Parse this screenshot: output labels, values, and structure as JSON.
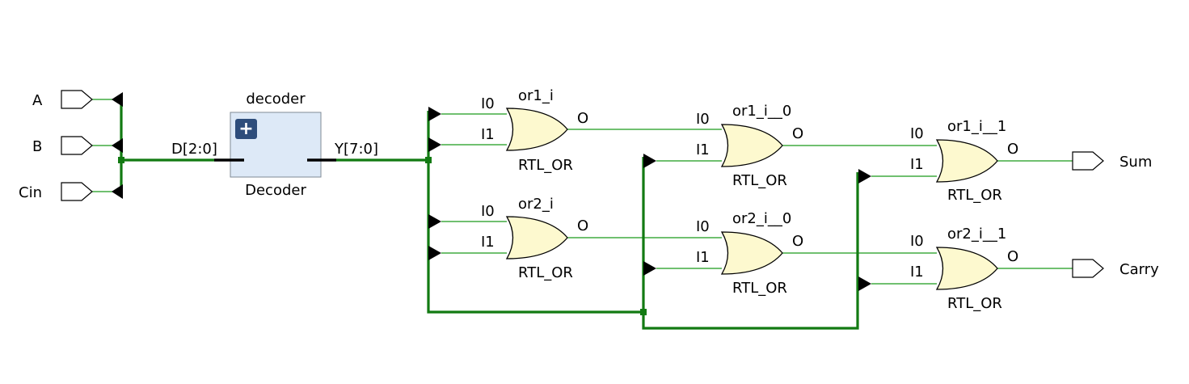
{
  "inputs": {
    "a": "A",
    "b": "B",
    "cin": "Cin"
  },
  "outputs": {
    "sum": "Sum",
    "carry": "Carry"
  },
  "decoder": {
    "instance": "decoder",
    "module": "Decoder",
    "in_pin": "D[2:0]",
    "out_pin": "Y[7:0]",
    "expand_symbol": "+"
  },
  "gates": [
    {
      "instance": "or1_i",
      "type": "RTL_OR",
      "in0": "I0",
      "in1": "I1",
      "out": "O"
    },
    {
      "instance": "or2_i",
      "type": "RTL_OR",
      "in0": "I0",
      "in1": "I1",
      "out": "O"
    },
    {
      "instance": "or1_i__0",
      "type": "RTL_OR",
      "in0": "I0",
      "in1": "I1",
      "out": "O"
    },
    {
      "instance": "or2_i__0",
      "type": "RTL_OR",
      "in0": "I0",
      "in1": "I1",
      "out": "O"
    },
    {
      "instance": "or1_i__1",
      "type": "RTL_OR",
      "in0": "I0",
      "in1": "I1",
      "out": "O"
    },
    {
      "instance": "or2_i__1",
      "type": "RTL_OR",
      "in0": "I0",
      "in1": "I1",
      "out": "O"
    }
  ],
  "colors": {
    "wire": "#1a9a1a",
    "bus": "#127a12",
    "gate_fill": "#fdf9cf",
    "decoder_fill": "#dde9f7",
    "expand_button": "#2e4d7b"
  }
}
